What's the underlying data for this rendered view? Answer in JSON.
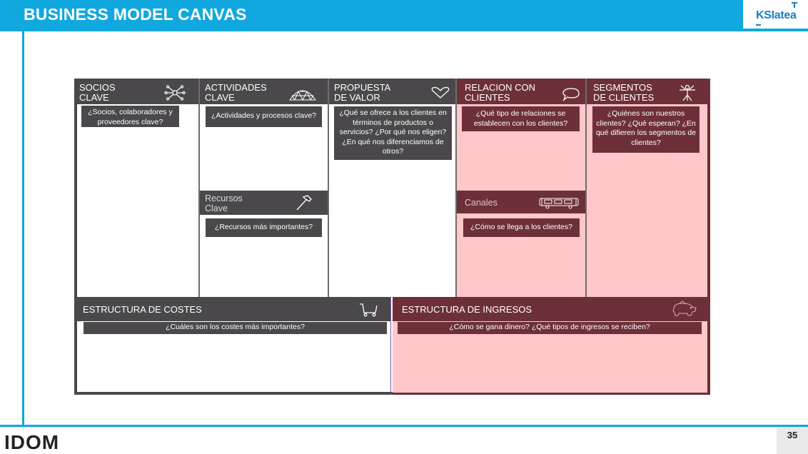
{
  "header": {
    "title": "BUSINESS MODEL CANVAS",
    "brand": "KSIatea"
  },
  "footer": {
    "logo": "IDOM",
    "page_number": "35"
  },
  "canvas": {
    "socios": {
      "title_line1": "SOCIOS",
      "title_line2": "CLAVE",
      "question": "¿Socios, colaboradores y proveedores clave?"
    },
    "actividades": {
      "title_line1": "ACTIVIDADES",
      "title_line2": "CLAVE",
      "question": "¿Actividades y procesos clave?"
    },
    "recursos": {
      "title_line1": "Recursos",
      "title_line2": "Clave",
      "question": "¿Recursos más importantes?"
    },
    "propuesta": {
      "title_line1": "PROPUESTA",
      "title_line2": "DE VALOR",
      "question": "¿Qué se ofrece a los clientes en términos de productos o servicios? ¿Por qué  nos eligen? ¿En qué nos diferenciamos de otros?"
    },
    "relacion": {
      "title_line1": "RELACION CON",
      "title_line2": "CLIENTES",
      "question": "¿Qué tipo de relaciones se establecen con los clientes?"
    },
    "canales": {
      "title": "Canales",
      "question": "¿Cómo se llega a los clientes?"
    },
    "segmentos": {
      "title_line1": "SEGMENTOS",
      "title_line2": "DE CLIENTES",
      "question": "¿Quiénes son nuestros clientes? ¿Qué esperan? ¿En qué difieren los segmentos de clientes?"
    },
    "costes": {
      "title": "ESTRUCTURA DE COSTES",
      "question": "¿Cuáles son los costes más importantes?"
    },
    "ingresos": {
      "title": "ESTRUCTURA DE INGRESOS",
      "question": "¿Cómo se gana dinero? ¿Qué tipos de ingresos se reciben?"
    }
  },
  "colors": {
    "accent_blue": "#10a8df",
    "dark_grey": "#4a484b",
    "dark_red": "#6d3038",
    "pink": "#ffc7c9"
  }
}
